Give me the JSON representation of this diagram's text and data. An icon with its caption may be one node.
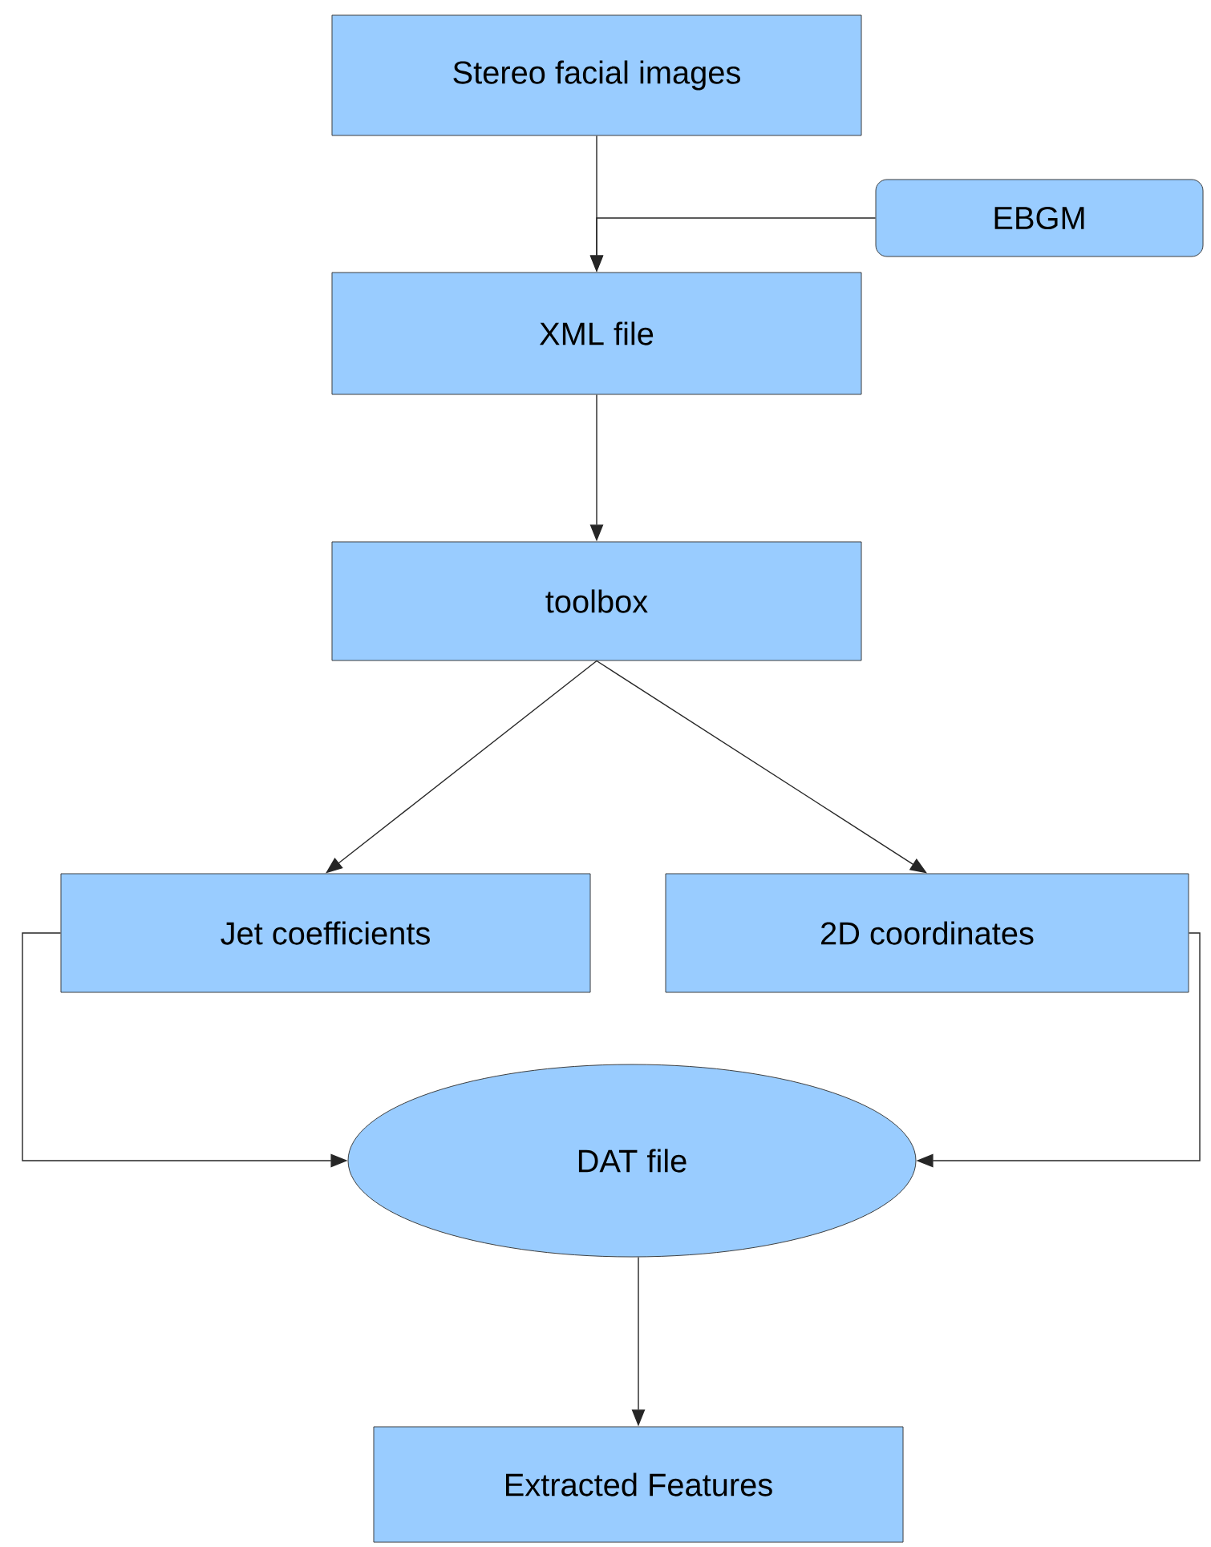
{
  "diagram": {
    "nodes": [
      {
        "text": [
          "Stereo facial images"
        ]
      },
      {
        "text": [
          "EBGM"
        ]
      },
      {
        "text": [
          "XML file"
        ]
      },
      {
        "text": [
          "toolbox"
        ]
      },
      {
        "text": [
          "Jet coefficients"
        ]
      },
      {
        "text": [
          "2D coordinates"
        ]
      },
      {
        "text": [
          "DAT file"
        ]
      },
      {
        "text": [
          "Extracted Features"
        ]
      }
    ],
    "edges": [
      {
        "from": 0,
        "to": 2,
        "arrow": "to"
      },
      {
        "from": 1,
        "to": 2,
        "arrow": "to"
      },
      {
        "from": 2,
        "to": 3,
        "arrow": "to"
      },
      {
        "from": 3,
        "to": 4,
        "arrow": "to"
      },
      {
        "from": 3,
        "to": 5,
        "arrow": "to"
      },
      {
        "from": 4,
        "to": 6,
        "arrow": "to"
      },
      {
        "from": 5,
        "to": 6,
        "arrow": "to"
      },
      {
        "from": 6,
        "to": 7,
        "arrow": "to"
      }
    ]
  }
}
